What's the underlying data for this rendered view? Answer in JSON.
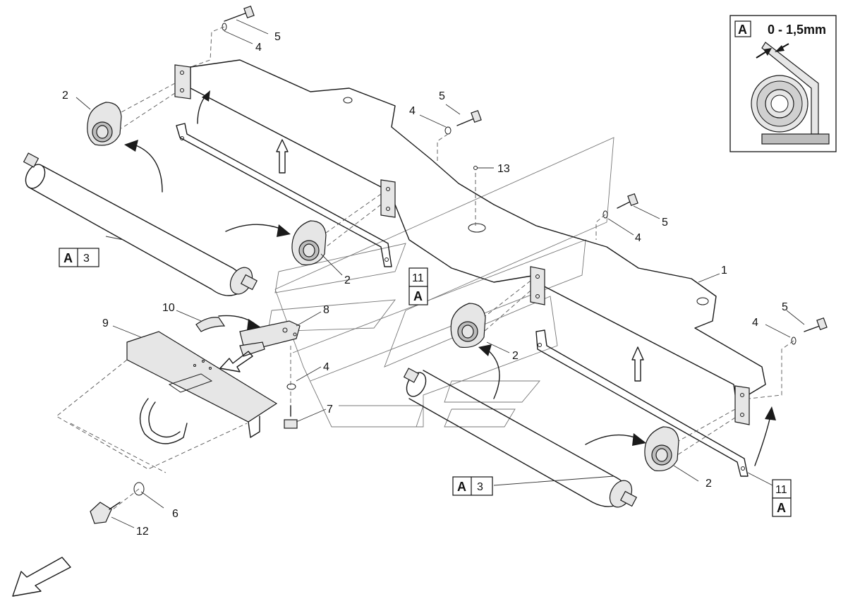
{
  "callouts": {
    "c1": "1",
    "c2_top_left": "2",
    "c2_mid": "2",
    "c2_right_top": "2",
    "c2_right_bottom": "2",
    "c4_top": "4",
    "c4_mid": "4",
    "c4_right_mid": "4",
    "c4_right": "4",
    "c4_center": "4",
    "c5_top": "5",
    "c5_mid": "5",
    "c5_right_mid": "5",
    "c5_right": "5",
    "c6": "6",
    "c7": "7",
    "c8": "8",
    "c9": "9",
    "c10": "10",
    "c12": "12",
    "c13": "13"
  },
  "refboxes": {
    "left_letter": "A",
    "left_num": "3",
    "bottom_letter": "A",
    "bottom_num": "3",
    "mid_num": "11",
    "mid_letter": "A",
    "right_num": "11",
    "right_letter": "A"
  },
  "detail": {
    "letter": "A",
    "gap_label": "0 - 1,5mm"
  }
}
